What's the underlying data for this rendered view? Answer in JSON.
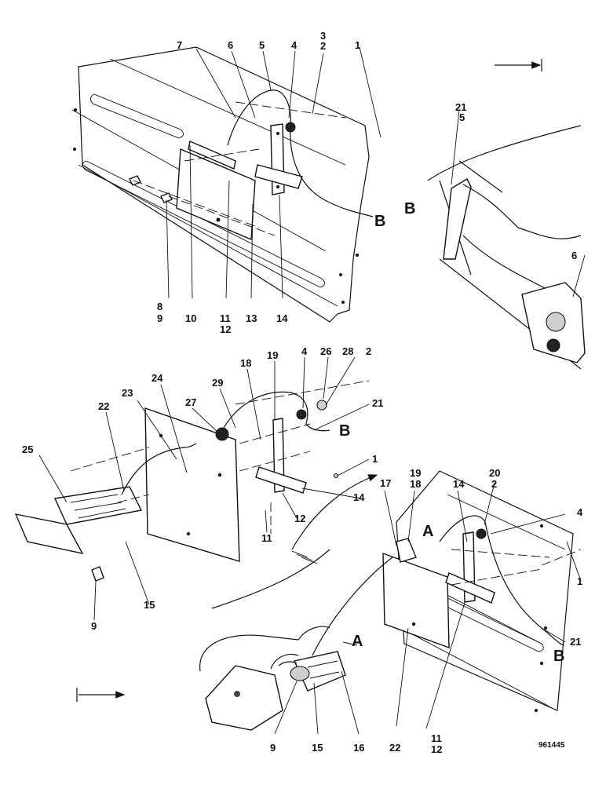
{
  "diagram": {
    "drawing_number": "961445",
    "connector_letters": {
      "top_b_left": "B",
      "top_b_right": "B",
      "mid_b": "B",
      "bot_a_top": "A",
      "bot_a_lamp": "A",
      "bot_b": "B"
    },
    "callouts": {
      "top": [
        "7",
        "6",
        "5",
        "4",
        "3",
        "2",
        "1",
        "21",
        "5",
        "6",
        "8",
        "9",
        "10",
        "11",
        "12",
        "13",
        "14"
      ],
      "middle": [
        "25",
        "22",
        "23",
        "24",
        "27",
        "29",
        "18",
        "19",
        "4",
        "26",
        "28",
        "2",
        "21",
        "1",
        "14",
        "12",
        "11",
        "15",
        "9"
      ],
      "bottom": [
        "17",
        "19",
        "18",
        "14",
        "20",
        "2",
        "4",
        "1",
        "21",
        "9",
        "15",
        "16",
        "22",
        "11",
        "12"
      ]
    }
  }
}
